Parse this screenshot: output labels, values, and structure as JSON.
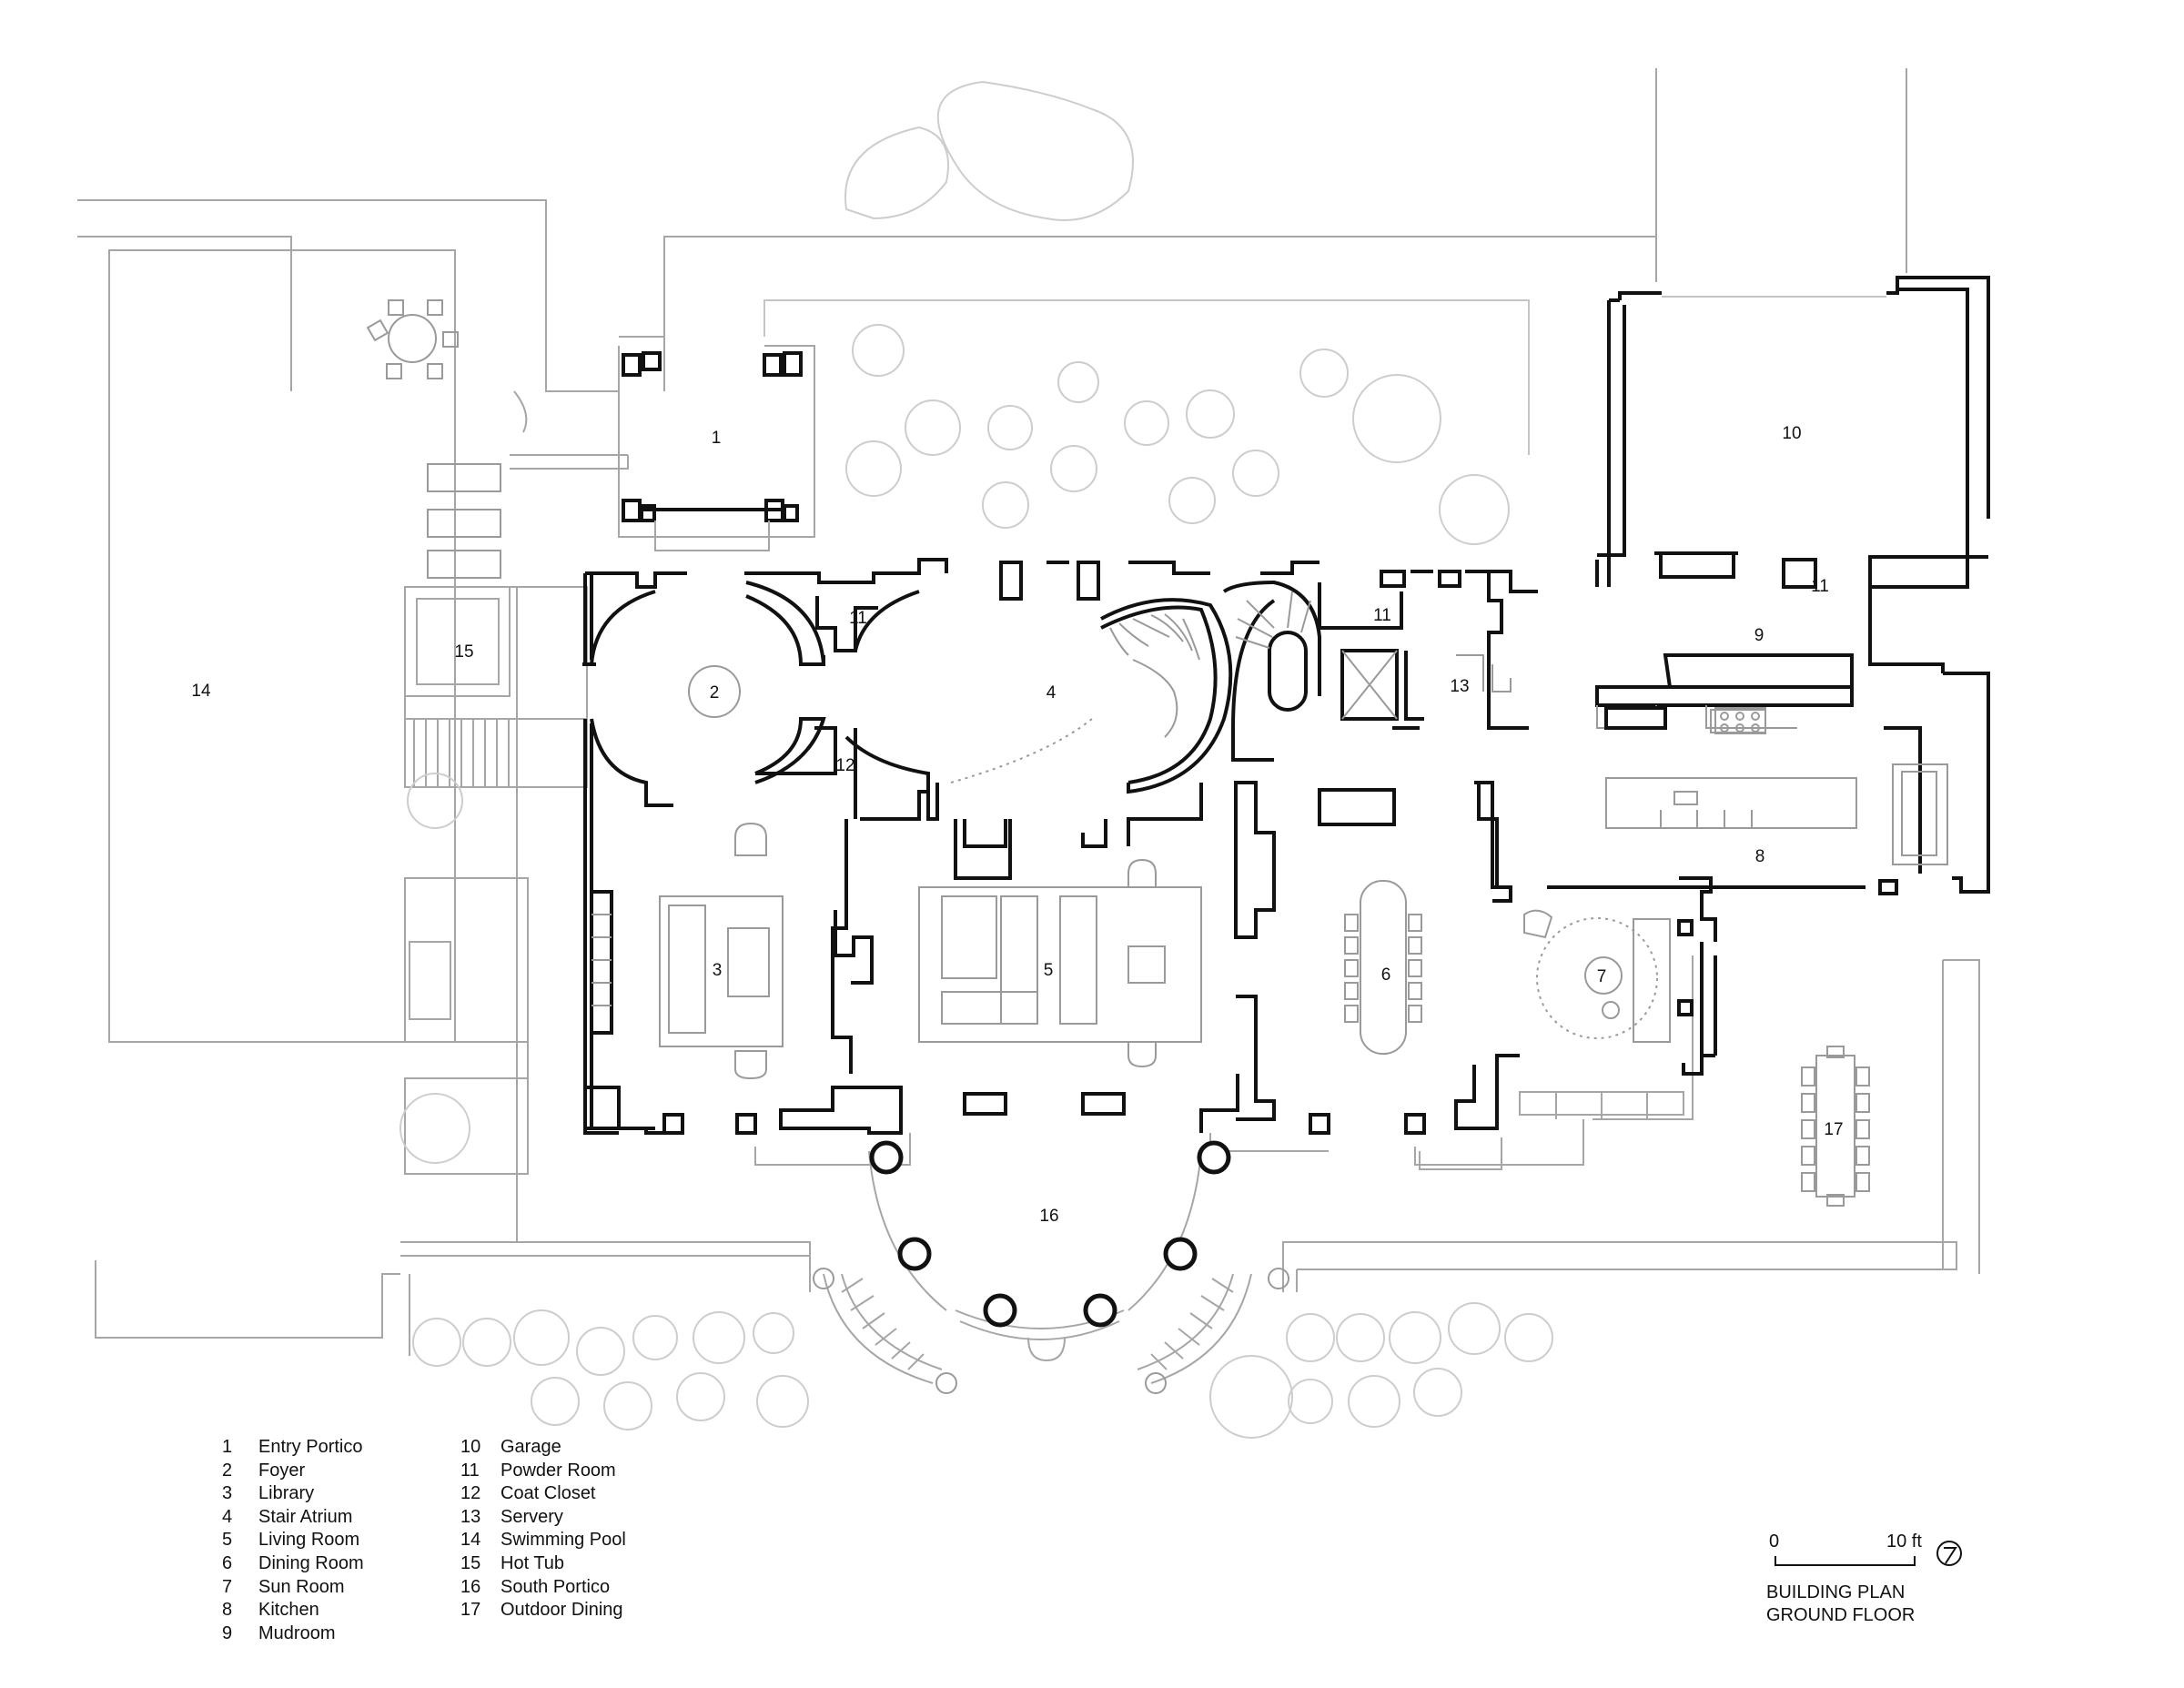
{
  "rooms": [
    {
      "number": "1",
      "name": "Entry Portico"
    },
    {
      "number": "2",
      "name": "Foyer"
    },
    {
      "number": "3",
      "name": "Library"
    },
    {
      "number": "4",
      "name": "Stair Atrium"
    },
    {
      "number": "5",
      "name": "Living Room"
    },
    {
      "number": "6",
      "name": "Dining Room"
    },
    {
      "number": "7",
      "name": "Sun Room"
    },
    {
      "number": "8",
      "name": "Kitchen"
    },
    {
      "number": "9",
      "name": "Mudroom"
    },
    {
      "number": "10",
      "name": "Garage"
    },
    {
      "number": "11",
      "name": "Powder Room"
    },
    {
      "number": "12",
      "name": "Coat Closet"
    },
    {
      "number": "13",
      "name": "Servery"
    },
    {
      "number": "14",
      "name": "Swimming Pool"
    },
    {
      "number": "15",
      "name": "Hot Tub"
    },
    {
      "number": "16",
      "name": "South Portico"
    },
    {
      "number": "17",
      "name": "Outdoor Dining"
    }
  ],
  "scale": {
    "start": "0",
    "end": "10 ft"
  },
  "title": {
    "line1": "BUILDING PLAN",
    "line2": "GROUND FLOOR"
  },
  "colors": {
    "walls": "#111111",
    "site": "#a6a6a6",
    "landscape": "#cdcdcd"
  }
}
